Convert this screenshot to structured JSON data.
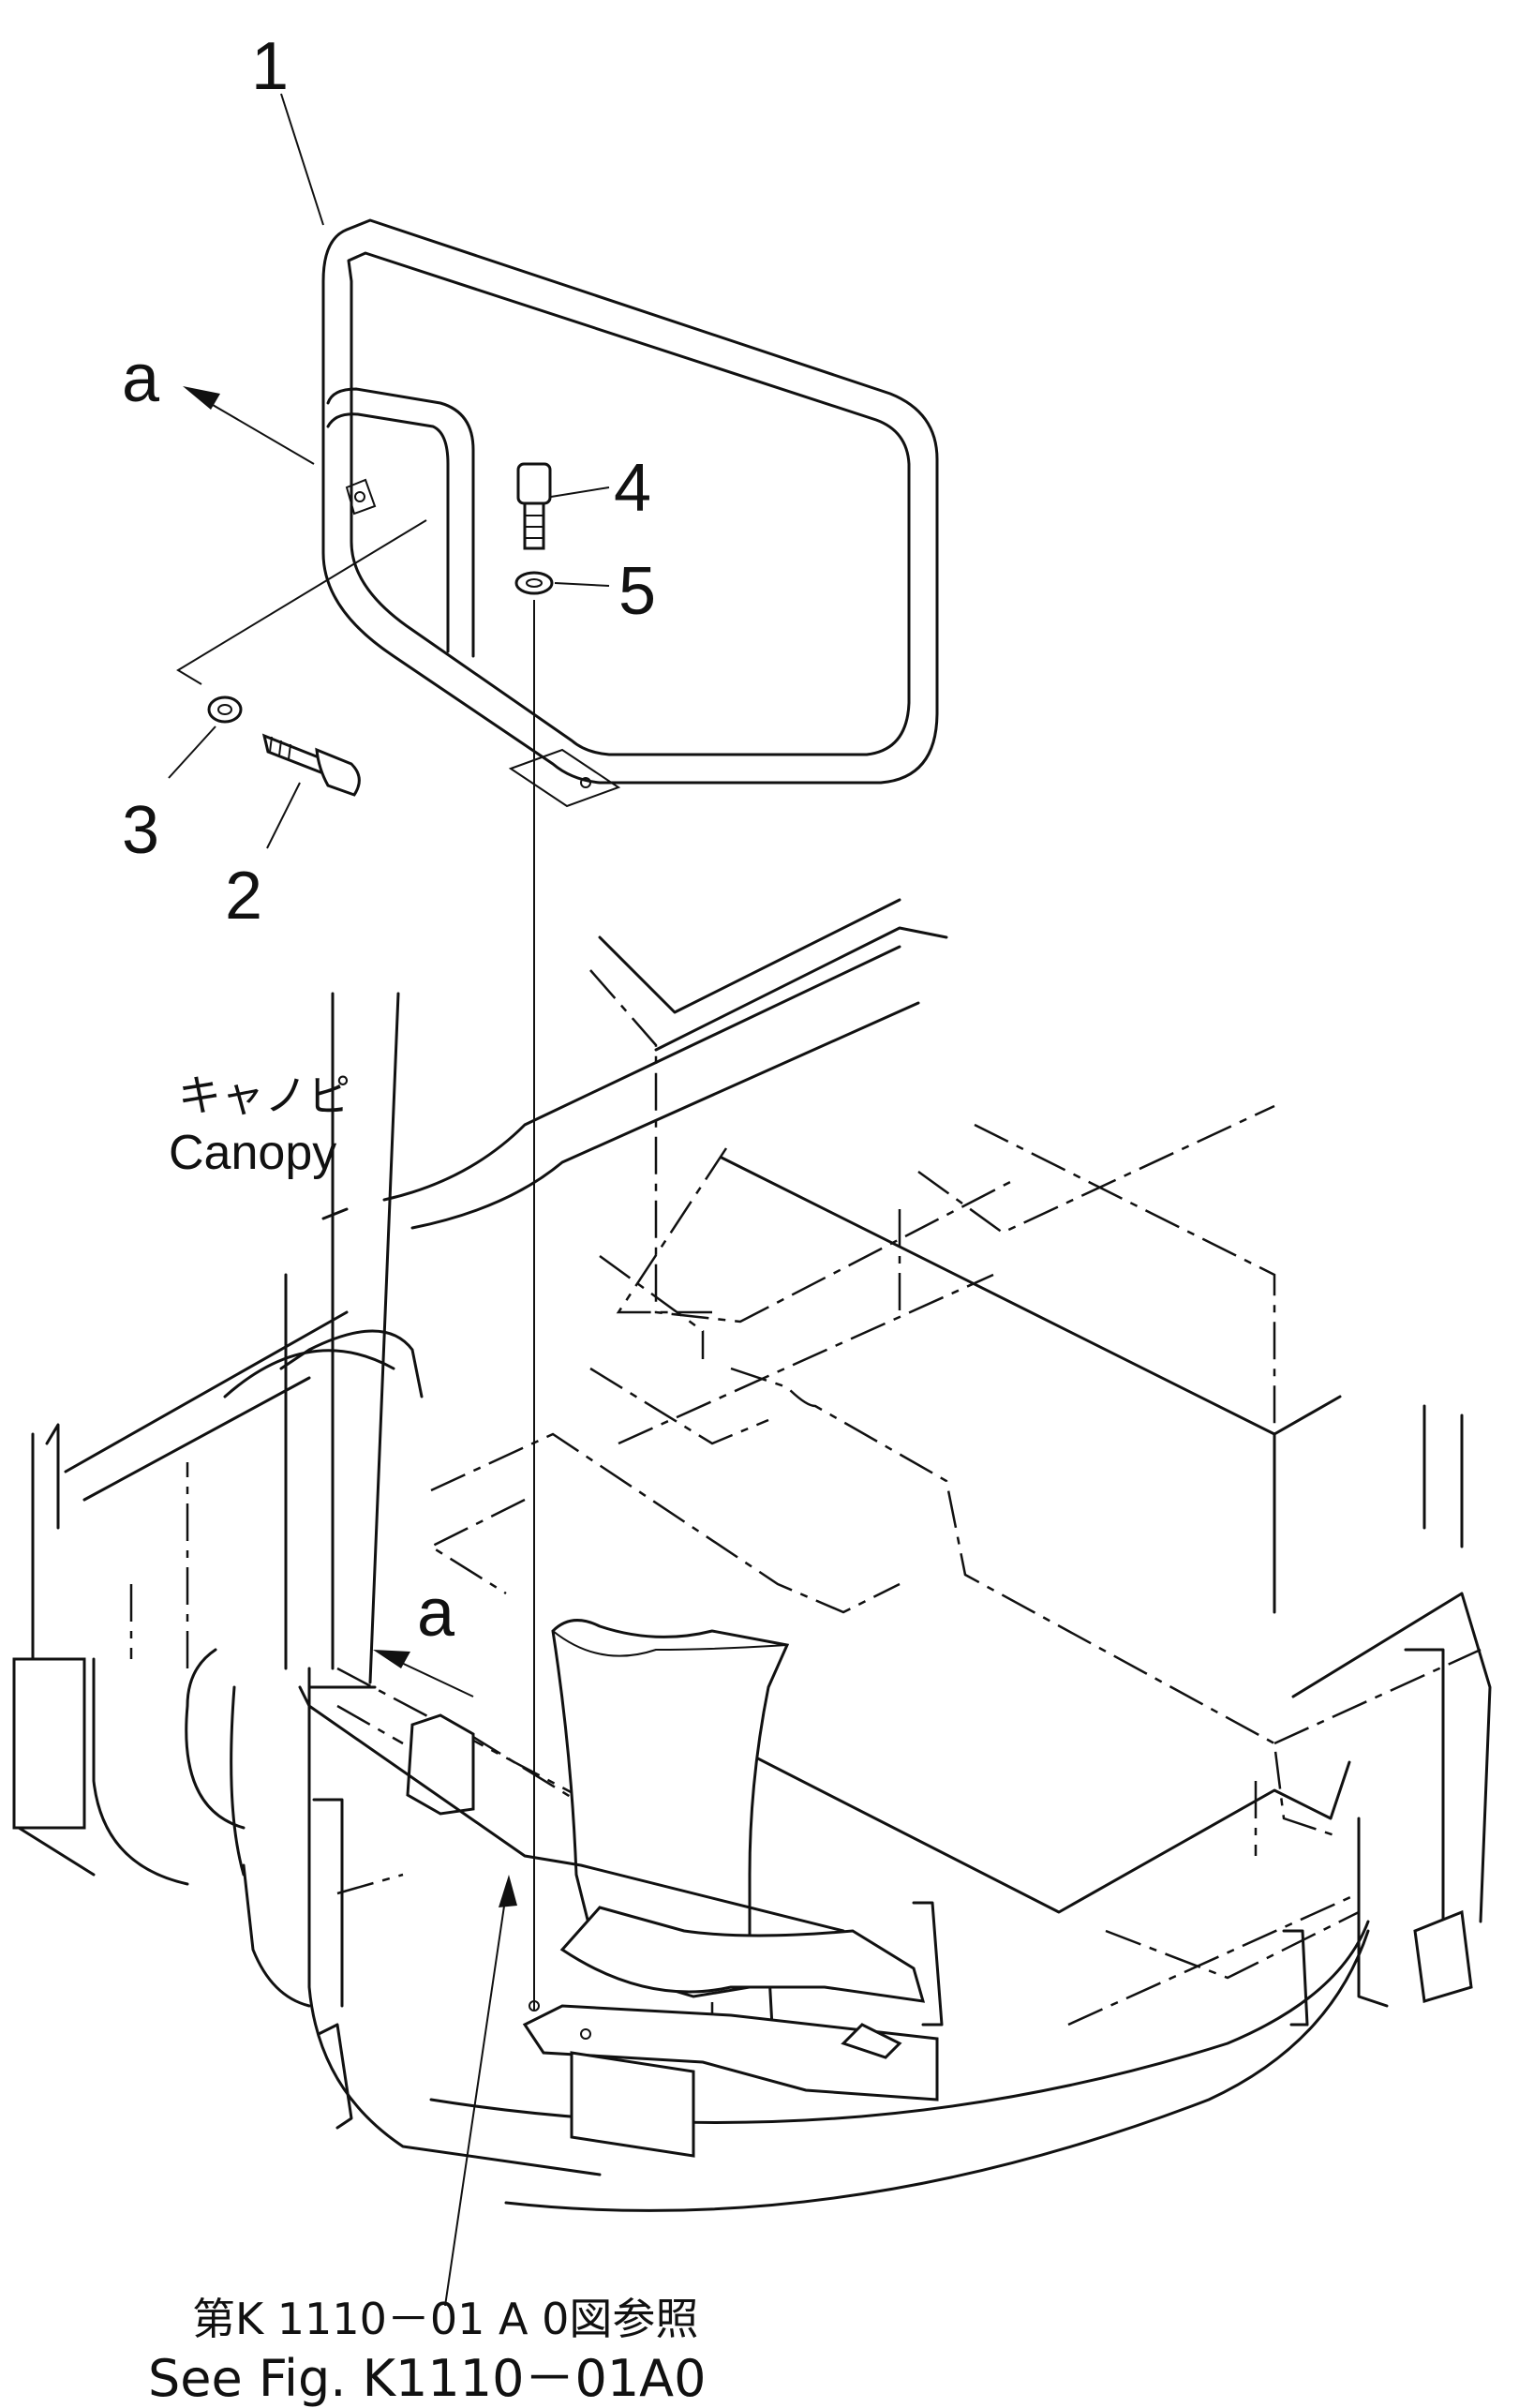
{
  "callouts": {
    "part1": "1",
    "part2": "2",
    "part3": "3",
    "part4": "4",
    "part5": "5",
    "view_a_top": "a",
    "view_a_bottom": "a"
  },
  "labels": {
    "canopy_jp": "キャノピ",
    "canopy_en": "Canopy",
    "ref_jp": "第K 1110－01 A 0図参照",
    "ref_en": "See Fig. K1110－01A0"
  }
}
